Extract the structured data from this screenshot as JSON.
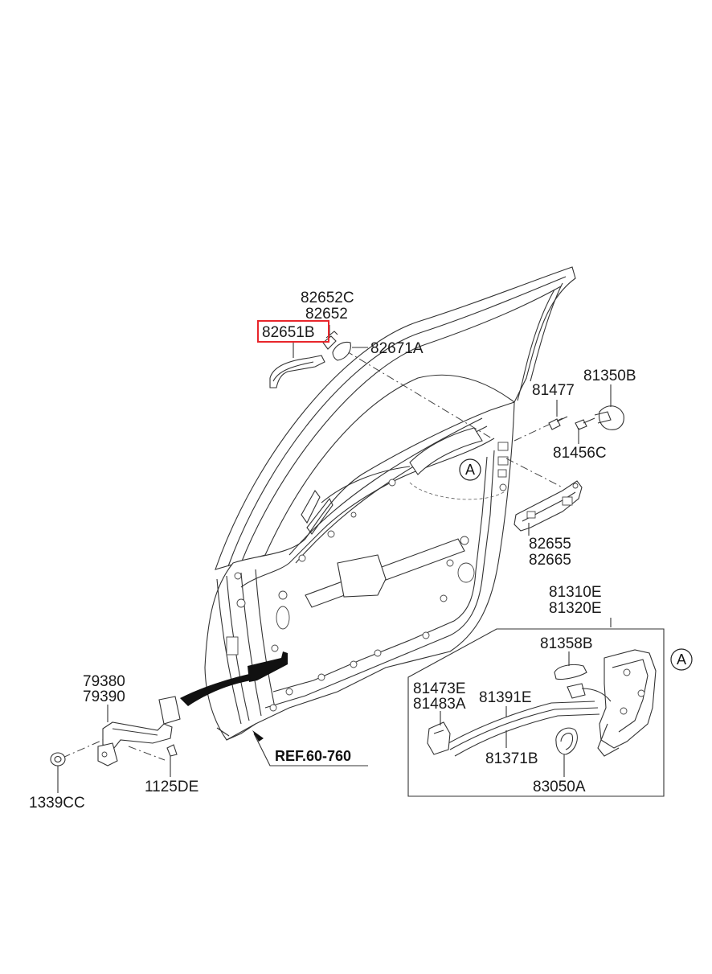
{
  "highlight_color": "#e8262b",
  "highlighted_part": "82651B",
  "labels": {
    "p82652C": "82652C",
    "p82652": "82652",
    "p82651B": "82651B",
    "p82671A": "82671A",
    "p81477": "81477",
    "p81350B": "81350B",
    "p81456C": "81456C",
    "p82655": "82655",
    "p82665": "82665",
    "p81310E": "81310E",
    "p81320E": "81320E",
    "p81358B": "81358B",
    "p81473E": "81473E",
    "p81483A": "81483A",
    "p81391E": "81391E",
    "p81371B": "81371B",
    "p83050A": "83050A",
    "p79380": "79380",
    "p79390": "79390",
    "p1339CC": "1339CC",
    "p1125DE": "1125DE",
    "ref": "REF.60-760"
  },
  "callouts": {
    "a1": "A",
    "a2": "A"
  }
}
